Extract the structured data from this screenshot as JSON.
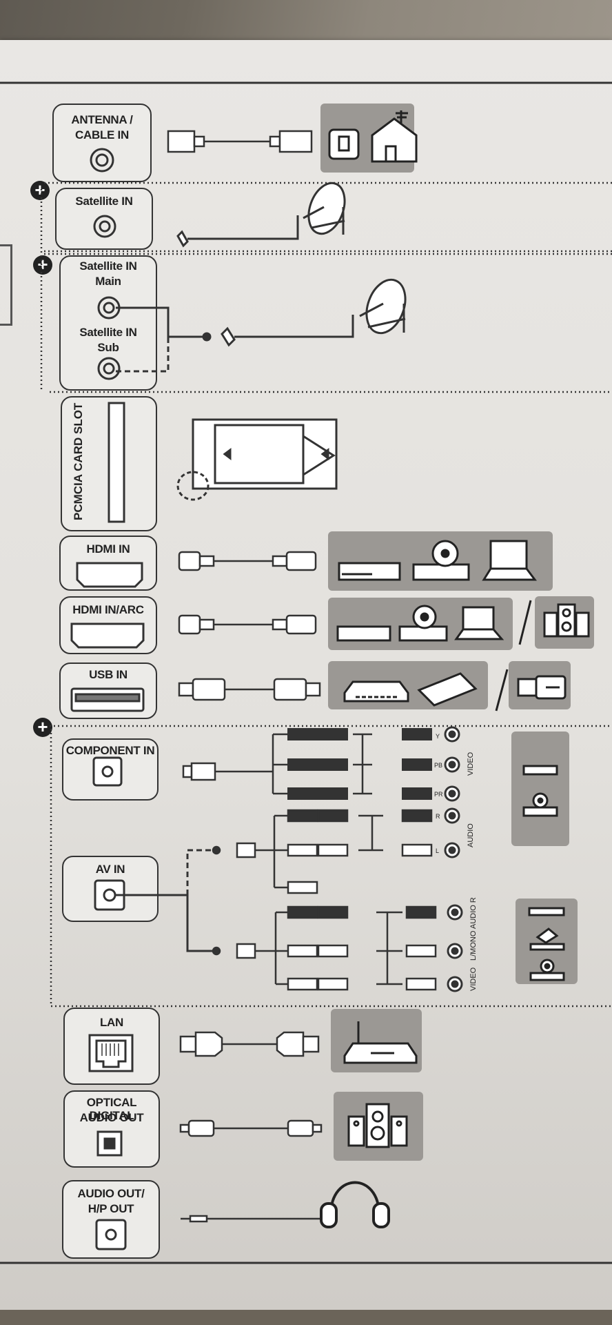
{
  "ports": {
    "antenna": [
      "ANTENNA /",
      "CABLE IN"
    ],
    "satellite": [
      "Satellite IN"
    ],
    "satellite_main": [
      "Satellite IN",
      "Main"
    ],
    "satellite_sub": [
      "Satellite IN",
      "Sub"
    ],
    "pcmcia": "PCMCIA CARD SLOT",
    "hdmi": [
      "HDMI IN"
    ],
    "hdmi_arc": [
      "HDMI IN/ARC"
    ],
    "usb": [
      "USB IN"
    ],
    "component": [
      "COMPONENT IN"
    ],
    "av": [
      "AV IN"
    ],
    "lan": [
      "LAN"
    ],
    "optical": [
      "OPTICAL DIGITAL",
      "AUDIO OUT"
    ],
    "audio_out": [
      "AUDIO OUT/",
      "H/P OUT"
    ]
  },
  "jack_labels": {
    "component": [
      "Y",
      "PB",
      "PR"
    ],
    "component_group": "VIDEO",
    "audio_lr": [
      "R",
      "L"
    ],
    "audio_group": "AUDIO",
    "av_right": "AUDIO R",
    "av_left": "L/MONO",
    "av_video": "VIDEO"
  },
  "icons": {
    "plus_badge": "plus-icon",
    "antenna_house": "antenna-house-icon",
    "satellite_dish": "satellite-dish-icon",
    "ci_card": "ci-card-icon",
    "set_top_box": "set-top-box-icon",
    "disc_player": "disc-player-icon",
    "laptop": "laptop-icon",
    "speaker": "speaker-icon",
    "hdd": "hard-drive-icon",
    "usb_stick": "usb-stick-icon",
    "router": "router-icon",
    "headphones": "headphones-icon"
  },
  "colors": {
    "device_box": "#9b9894",
    "line": "#333333",
    "paper": "#e6e4e0"
  }
}
